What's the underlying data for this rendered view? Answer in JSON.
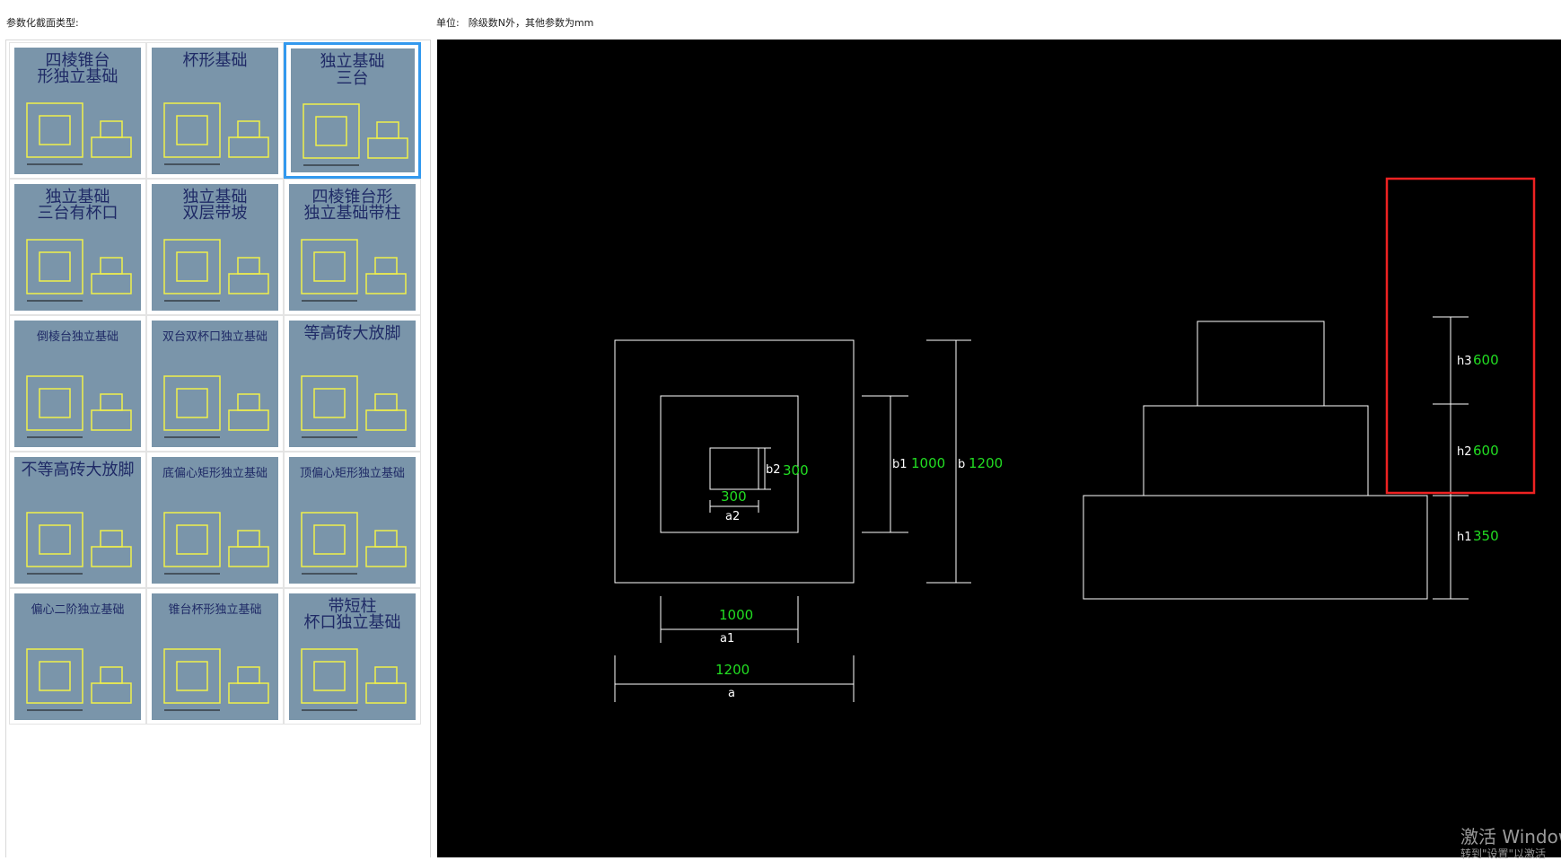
{
  "header": {
    "type_label": "参数化截面类型:",
    "unit_label": "单位:",
    "unit_note": "除级数N外，其他参数为mm"
  },
  "thumbnails": [
    {
      "title": "四棱锥台\n形独立基础",
      "style": "big",
      "selected": false
    },
    {
      "title": "杯形基础",
      "style": "big",
      "selected": false
    },
    {
      "title": "独立基础\n三台",
      "style": "big",
      "selected": true
    },
    {
      "title": "独立基础\n三台有杯口",
      "style": "big",
      "selected": false
    },
    {
      "title": "独立基础\n双层带坡",
      "style": "big",
      "selected": false
    },
    {
      "title": "四棱锥台形\n独立基础带柱",
      "style": "big",
      "selected": false
    },
    {
      "title": "倒棱台独立基础",
      "style": "small",
      "selected": false
    },
    {
      "title": "双台双杯口独立基础",
      "style": "small",
      "selected": false
    },
    {
      "title": "等高砖大放脚",
      "style": "big",
      "selected": false
    },
    {
      "title": "不等高砖大放脚",
      "style": "big",
      "selected": false
    },
    {
      "title": "底偏心矩形独立基础",
      "style": "small",
      "selected": false
    },
    {
      "title": "顶偏心矩形独立基础",
      "style": "small",
      "selected": false
    },
    {
      "title": "偏心二阶独立基础",
      "style": "small",
      "selected": false
    },
    {
      "title": "锥台杯形独立基础",
      "style": "small",
      "selected": false
    },
    {
      "title": "带短柱\n杯口独立基础",
      "style": "big",
      "selected": false
    }
  ],
  "drawing": {
    "params": {
      "a": {
        "label": "a",
        "value": "1200"
      },
      "b": {
        "label": "b",
        "value": "1200"
      },
      "a1": {
        "label": "a1",
        "value": "1000"
      },
      "b1": {
        "label": "b1",
        "value": "1000"
      },
      "a2": {
        "label": "a2",
        "value": "300"
      },
      "b2": {
        "label": "b2",
        "value": "300"
      },
      "h1": {
        "label": "h1",
        "value": "350"
      },
      "h2": {
        "label": "h2",
        "value": "600"
      },
      "h3": {
        "label": "h3",
        "value": "600"
      }
    },
    "colors": {
      "line": "#ffffff",
      "value": "#22dd22",
      "highlight": "#ee2222",
      "background": "#000000"
    }
  },
  "watermark": {
    "line1": "激活 Windows",
    "line2": "转到\"设置\"以激活"
  }
}
